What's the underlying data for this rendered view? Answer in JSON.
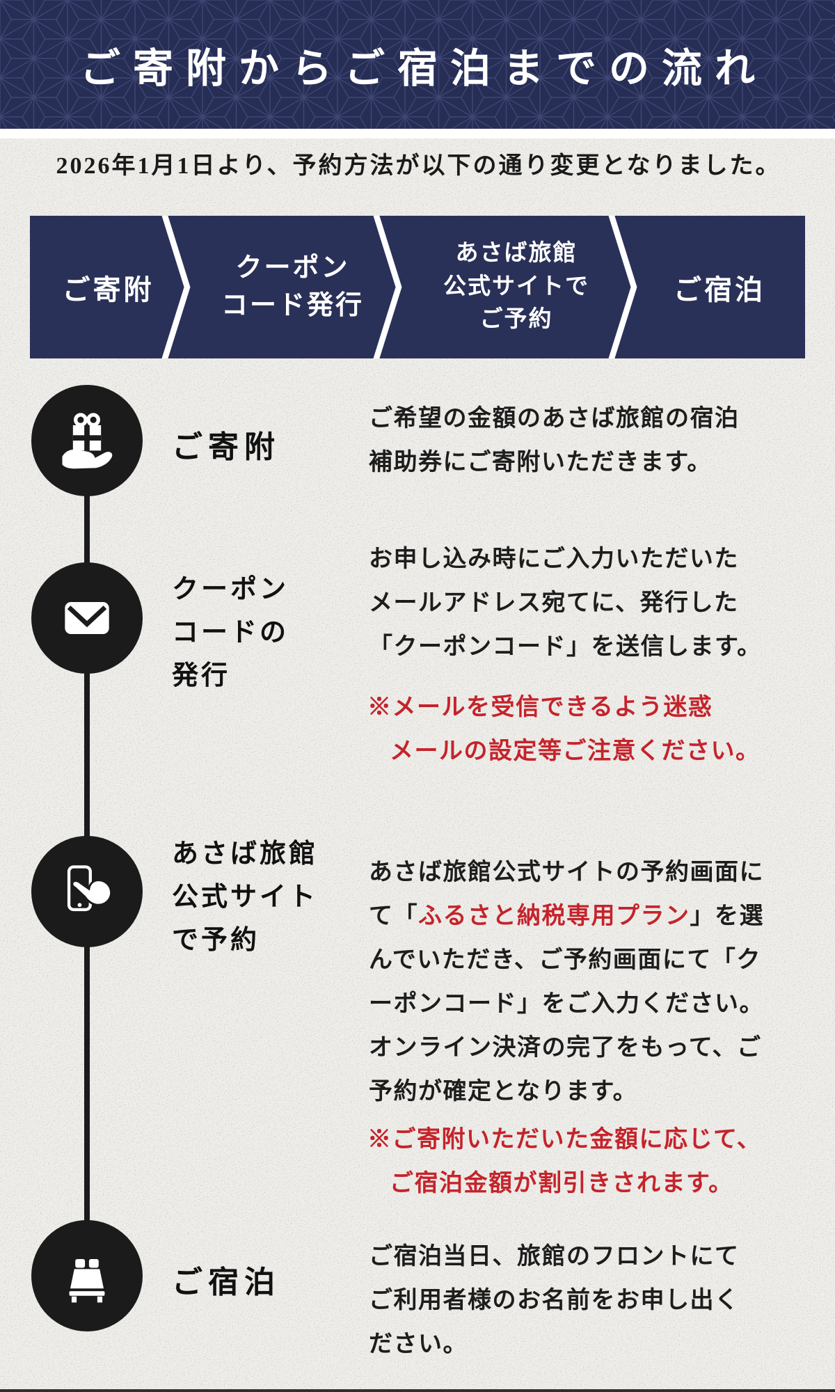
{
  "header": {
    "title": "ご寄附からご宿泊までの流れ"
  },
  "intro": {
    "text": "2026年1月1日より、予約方法が以下の通り変更となりました。"
  },
  "flow_bar": {
    "step1": {
      "line1": "ご寄附"
    },
    "step2": {
      "line1": "クーポン",
      "line2": "コード発行"
    },
    "step3": {
      "line1": "あさば旅館",
      "line2": "公式サイトで",
      "line3": "ご予約"
    },
    "step4": {
      "line1": "ご宿泊"
    }
  },
  "timeline": {
    "step1": {
      "icon": "gift-in-hand",
      "title": "ご寄附",
      "desc1": "ご希望の金額のあさば旅館の宿泊",
      "desc2": "補助券にご寄附いただきます。"
    },
    "step2": {
      "icon": "envelope",
      "title1": "クーポン",
      "title2": "コードの",
      "title3": "発行",
      "desc1": "お申し込み時にご入力いただいた",
      "desc2": "メールアドレス宛てに、発行した",
      "desc3": "「クーポンコード」を送信します。",
      "note1": "※メールを受信できるよう迷惑",
      "note2": "メールの設定等ご注意ください。"
    },
    "step3": {
      "icon": "smartphone-tap",
      "title1": "あさば旅館",
      "title2": "公式サイト",
      "title3": "で予約",
      "desc1": "あさば旅館公式サイトの予約画面に",
      "desc2_pre": "て「",
      "desc2_red": "ふるさと納税専用プラン",
      "desc2_post": "」を選",
      "desc3": "んでいただき、ご予約画面にて「ク",
      "desc4": "ーポンコード」をご入力ください。",
      "desc5": "オンライン決済の完了をもって、ご",
      "desc6": "予約が確定となります。",
      "note1": "※ご寄附いただいた金額に応じて、",
      "note2": "ご宿泊金額が割引きされます。"
    },
    "step4": {
      "icon": "bed",
      "title": "ご宿泊",
      "desc1": "ご宿泊当日、旅館のフロントにて",
      "desc2": "ご利用者様のお名前をお申し出く",
      "desc3": "ださい。"
    }
  },
  "colors": {
    "navy": "#272e55",
    "navy_pattern_line": "#3e4673",
    "paper": "#efeeea",
    "circle_black": "#1b1b1b",
    "accent_red": "#c5232b",
    "white": "#ffffff"
  }
}
